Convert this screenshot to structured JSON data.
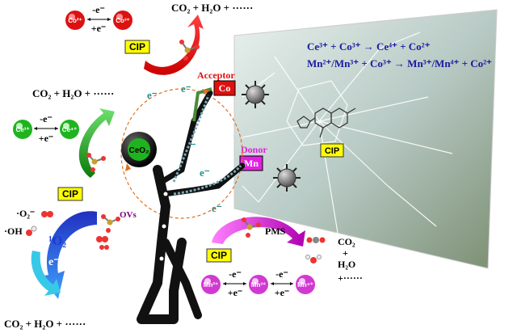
{
  "equations": {
    "eq1": "Ce³⁺ + Co³⁺ → Ce⁴⁺ + Co²⁺",
    "eq2": "Mn²⁺/Mn³⁺ + Co³⁺ → Mn³⁺/Mn⁴⁺ + Co²⁺"
  },
  "labels": {
    "acceptor": "Acceptor",
    "donor": "Donor",
    "co": "Co",
    "mn": "Mn",
    "ceo2": "CeO₂",
    "ovs": "OVs",
    "pms": "PMS",
    "cip": "CIP",
    "o2_radical": "·O₂⁻",
    "oh_radical": "·OH",
    "singlet_o2": "¹O₂",
    "electron": "e⁻"
  },
  "products": {
    "top": "CO₂ + H₂O + ······",
    "left": "CO₂ + H₂O + ······",
    "bottom": "CO₂ + H₂O + ······",
    "right_co2": "CO₂",
    "right_plus": "+",
    "right_h2o": "H₂O",
    "right_more": "+······"
  },
  "ions": {
    "co2": "Co²⁺",
    "co3": "Co³⁺",
    "ce3": "Ce³⁺",
    "ce4": "Ce⁴⁺",
    "mn2": "Mn²⁺",
    "mn3": "Mn³⁺",
    "mn4": "Mn⁴⁺"
  },
  "exchange": {
    "minus_e": "-e⁻",
    "plus_e": "+e⁻"
  },
  "colors": {
    "red": "#e01010",
    "green": "#1fb41f",
    "magenta": "#e020e0",
    "blue": "#1a3ad8",
    "equation": "#1a1aa0",
    "highlight": "#ffff00"
  }
}
